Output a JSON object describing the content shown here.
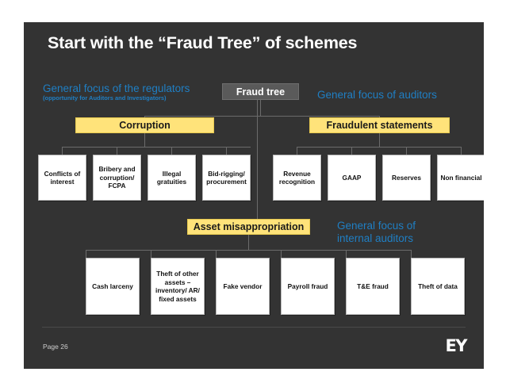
{
  "slide": {
    "title": "Start with the “Fraud Tree” of schemes",
    "page_label": "Page 26",
    "brand": "EY",
    "colors": {
      "background": "#333333",
      "accent_blue": "#1F7FC4",
      "category_yellow": "#FFE37A",
      "root_gray": "#5A5A5A",
      "leaf_white": "#FFFFFF",
      "connector": "#6B6B6B"
    }
  },
  "annotations": [
    {
      "id": "regulators",
      "text": "General focus of the regulators",
      "subtext": "(opportunity for  Auditors and Investigators)"
    },
    {
      "id": "auditors",
      "text": "General focus of auditors",
      "subtext": ""
    },
    {
      "id": "internal",
      "text": "General focus of internal auditors",
      "subtext": ""
    }
  ],
  "tree": {
    "root": {
      "label": "Fraud tree"
    },
    "branches": [
      {
        "id": "corruption",
        "label": "Corruption",
        "children": [
          {
            "label": "Conflicts of interest"
          },
          {
            "label": "Bribery and corruption/ FCPA"
          },
          {
            "label": "Illegal gratuities"
          },
          {
            "label": "Bid-rigging/ procurement"
          }
        ]
      },
      {
        "id": "fraudulent-statements",
        "label": "Fraudulent statements",
        "children": [
          {
            "label": "Revenue recognition"
          },
          {
            "label": "GAAP"
          },
          {
            "label": "Reserves"
          },
          {
            "label": "Non financial"
          }
        ]
      },
      {
        "id": "asset-misappropriation",
        "label": "Asset misappropriation",
        "children": [
          {
            "label": "Cash larceny"
          },
          {
            "label": "Theft of other assets – inventory/ AR/ fixed assets"
          },
          {
            "label": "Fake vendor"
          },
          {
            "label": "Payroll fraud"
          },
          {
            "label": "T&E fraud"
          },
          {
            "label": "Theft of data"
          }
        ]
      }
    ]
  }
}
